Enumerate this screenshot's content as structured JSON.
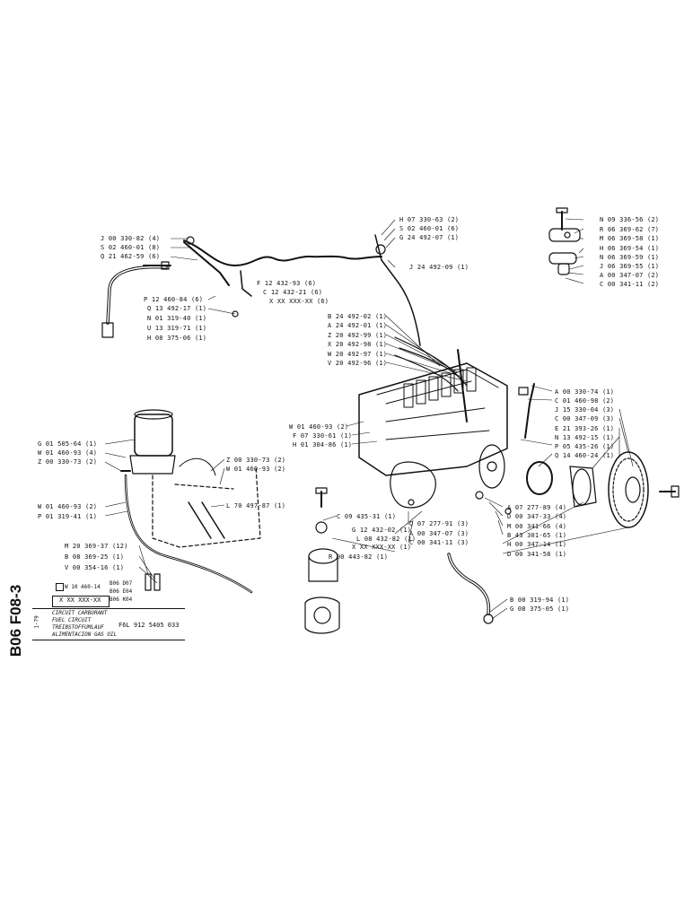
{
  "sheet": {
    "code": "B06 F08-3",
    "date": "1-79",
    "ref_box": "X XX XXX-XX",
    "variant_ref": "W 10 460-14",
    "variants": [
      "B06 D07",
      "B06 E04",
      "B06 K04"
    ],
    "title_lines": [
      "CIRCUIT CARBURANT",
      "FUEL CIRCUIT",
      "TREIBSTOFFUMLAUF",
      "ALIMENTACION GAS OIL"
    ],
    "engine": "F6L 912 5405 033"
  },
  "labels_top_left": [
    "J 00 330-82 (4)",
    "S 02 460-01 (8)",
    "Q 21 462-59 (6)",
    "F 12 432-93 (6)",
    "C 12 432-21 (6)",
    "X XX XXX-XX (6)",
    "P 12 460-84 (6)",
    "Q 13 492-17 (1)",
    "N 01 319-40 (1)",
    "U 13 319-71 (1)",
    "H 08 375-06 (1)"
  ],
  "labels_top_mid": [
    "H 07 330-63 (2)",
    "S 02 460-01 (6)",
    "G 24 492-07 (1)",
    "J 24 492-09 (1)"
  ],
  "labels_top_right": [
    "N 09 336-56 (2)",
    "R 06 369-62 (7)",
    "M 06 369-58 (1)",
    "H 06 369-54 (1)",
    "N 06 369-59 (1)",
    "J 06 369-55 (1)",
    "A 00 347-07 (2)",
    "C 00 341-11 (2)"
  ],
  "labels_pump_top": [
    "B 24 492-02 (1)",
    "A 24 492-01 (1)",
    "Z 20 492-99 (1)",
    "X 20 492-98 (1)",
    "W 20 492-97 (1)",
    "V 20 492-96 (1)"
  ],
  "labels_pump_left": [
    "W 01 460-93 (2)",
    "F 07 330-61 (1)",
    "H 01 304-86 (1)"
  ],
  "labels_right": [
    "A 00 330-74 (1)",
    "C 01 460-98 (2)",
    "J 15 330-04 (3)",
    "C 00 347-09 (3)",
    "E 21 393-26 (1)",
    "N 13 492-15 (1)",
    "P 05 435-26 (1)",
    "Q 14 460-24 (1)"
  ],
  "labels_right_lower": [
    "A 07 277-89 (4)",
    "D 00 347-33 (4)",
    "M 00 341-66 (4)",
    "B 43 301-65 (1)",
    "H 00 347-14 (1)",
    "D 00 341-58 (1)"
  ],
  "labels_center_lower": [
    "C 09 435-31 (1)",
    "Q 07 277-91 (3)",
    "G 12 432-02 (1)",
    "A 00 347-07 (3)",
    "L 08 432-82 (1)",
    "C 00 341-11 (3)",
    "X XX XXX-XX (1)",
    "R 00 443-82 (1)"
  ],
  "labels_filter": [
    "G 01 505-64 (1)",
    "W 01 460-93 (4)",
    "Z 00 330-73 (2)",
    "Z 00 330-73 (2)",
    "W 01 460-93 (2)",
    "W 01 460-93 (2)",
    "L 70 497-87 (1)",
    "P 01 319-41 (1)"
  ],
  "labels_hose": [
    "M 20 369-37 (12)",
    "B 08 369-25 (1)",
    "V 00 354-16 (1)"
  ],
  "labels_bottom_right": [
    "B 00 319-94 (1)",
    "G 08 375-05 (1)"
  ]
}
